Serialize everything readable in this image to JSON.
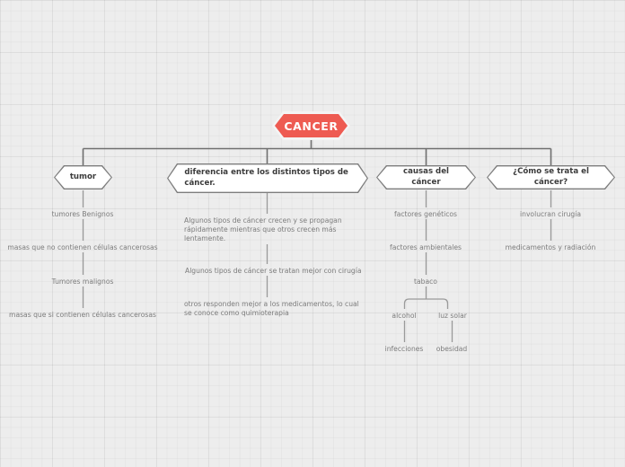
{
  "canvas": {
    "background_color": "#ededed",
    "grid": "on"
  },
  "mindmap": {
    "root": {
      "label": "CANCER",
      "fill_color": "#ee5b52",
      "text_color": "#ffffff"
    },
    "branches": [
      {
        "id": "tumor",
        "label": "tumor",
        "align": "center",
        "children": [
          {
            "label": "tumores Benignos"
          },
          {
            "label": "masas que no contienen células cancerosas"
          },
          {
            "label": "Tumores malignos"
          },
          {
            "label": "masas que si contienen células cancerosas"
          }
        ]
      },
      {
        "id": "diferencia",
        "label": "diferencia entre los distintos tipos de\ncáncer.",
        "align": "left",
        "children": [
          {
            "label": "Algunos tipos de cáncer crecen y se propagan\nrápidamente mientras que otros crecen más\nlentamente."
          },
          {
            "label": "Algunos tipos de cáncer se tratan mejor con cirugía"
          },
          {
            "label": "otros responden mejor a los medicamentos, lo cual\nse conoce como quimioterapia"
          }
        ]
      },
      {
        "id": "causas",
        "label": "causas del cáncer",
        "align": "center",
        "children": [
          {
            "label": "factores genéticos"
          },
          {
            "label": "factores ambientales"
          },
          {
            "label": "tabaco"
          },
          {
            "label": "alcohol"
          },
          {
            "label": "luz solar"
          },
          {
            "label": "infecciones"
          },
          {
            "label": "obesidad"
          }
        ]
      },
      {
        "id": "tratamiento",
        "label": "¿Cómo se trata el cáncer?",
        "align": "center",
        "children": [
          {
            "label": "involucran cirugía"
          },
          {
            "label": "medicamentos y radiación"
          }
        ]
      }
    ]
  }
}
